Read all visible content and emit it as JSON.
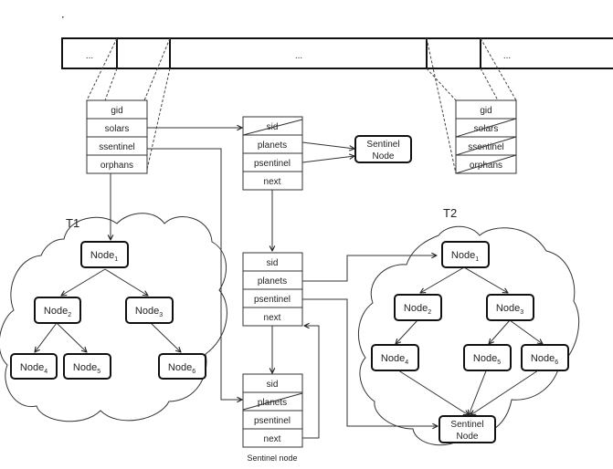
{
  "diagram": {
    "top_array": {
      "cells": [
        "...",
        "",
        "...",
        "",
        "..."
      ]
    },
    "solar_struct_left": {
      "fields": [
        "gid",
        "solars",
        "ssentinel",
        "orphans"
      ],
      "crossed": []
    },
    "solar_struct_right": {
      "fields": [
        "gid",
        "solars",
        "ssentinel",
        "orphans"
      ],
      "crossed": [
        "solars",
        "ssentinel",
        "orphans"
      ]
    },
    "planet_struct_top": {
      "fields": [
        "sid",
        "planets",
        "psentinel",
        "next"
      ],
      "crossed": [
        "sid"
      ]
    },
    "planet_struct_middle": {
      "fields": [
        "sid",
        "planets",
        "psentinel",
        "next"
      ],
      "crossed": []
    },
    "planet_struct_bottom": {
      "fields": [
        "sid",
        "planets",
        "psentinel",
        "next"
      ],
      "crossed": [
        "planets"
      ],
      "caption": "Sentinel node"
    },
    "sentinel_node_top": {
      "line1": "Sentinel",
      "line2": "Node"
    },
    "tree_t1": {
      "label": "T1",
      "nodes": [
        {
          "base": "Node",
          "sub": "1"
        },
        {
          "base": "Node",
          "sub": "2"
        },
        {
          "base": "Node",
          "sub": "3"
        },
        {
          "base": "Node",
          "sub": "4"
        },
        {
          "base": "Node",
          "sub": "5"
        },
        {
          "base": "Node",
          "sub": "6"
        }
      ],
      "edges": [
        [
          "1",
          "2"
        ],
        [
          "1",
          "3"
        ],
        [
          "2",
          "4"
        ],
        [
          "2",
          "5"
        ],
        [
          "3",
          "6"
        ]
      ]
    },
    "tree_t2": {
      "label": "T2",
      "nodes": [
        {
          "base": "Node",
          "sub": "1"
        },
        {
          "base": "Node",
          "sub": "2"
        },
        {
          "base": "Node",
          "sub": "3"
        },
        {
          "base": "Node",
          "sub": "4"
        },
        {
          "base": "Node",
          "sub": "5"
        },
        {
          "base": "Node",
          "sub": "6"
        }
      ],
      "edges": [
        [
          "1",
          "2"
        ],
        [
          "1",
          "3"
        ],
        [
          "2",
          "4"
        ],
        [
          "3",
          "5"
        ],
        [
          "3",
          "6"
        ],
        [
          "4",
          "S"
        ],
        [
          "5",
          "S"
        ],
        [
          "6",
          "S"
        ]
      ],
      "sentinel": {
        "line1": "Sentinel",
        "line2": "Node"
      }
    }
  }
}
